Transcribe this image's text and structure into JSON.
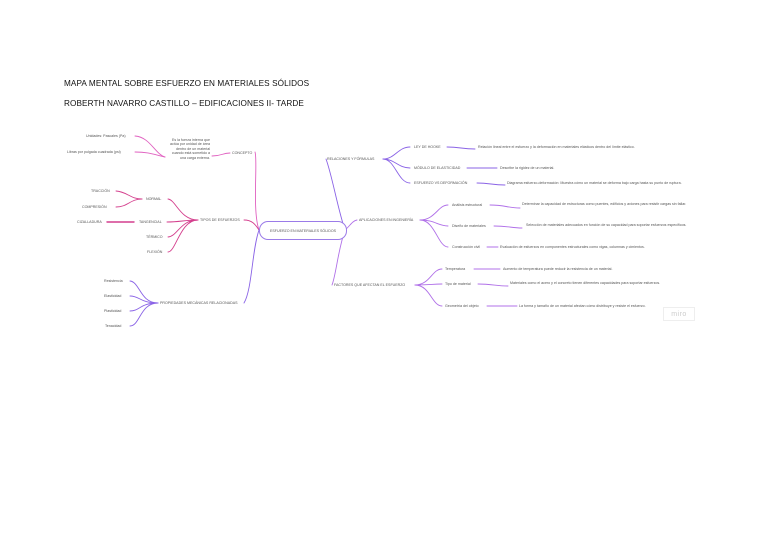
{
  "header": {
    "title": "MAPA MENTAL SOBRE ESFUERZO EN MATERIALES SÓLIDOS",
    "subtitle": "ROBERTH NAVARRO CASTILLO – EDIFICACIONES II- TARDE"
  },
  "colors": {
    "pink": "#e060c0",
    "magenta": "#d43f8d",
    "purple": "#8a63e6",
    "violet": "#b070e8"
  },
  "root": {
    "label": "ESFUERZO EN MATERIALES SÓLIDOS"
  },
  "left": {
    "concepto": {
      "label": "CONCEPTO",
      "definition": "Es la fuerza interna que actúa por unidad de área dentro de un material cuando está sometido a una carga externa.",
      "units": [
        "Unidades: Pascales (Pa)",
        "Libras por pulgada cuadrada (psi)"
      ]
    },
    "tipos": {
      "label": "TIPOS DE ESFUERZOS",
      "normal": {
        "label": "NORMAL",
        "children": [
          "TRACCIÓN",
          "COMPRESIÓN"
        ]
      },
      "tangencial": {
        "label": "TANGENCIAL",
        "children": [
          "CIZALLADURA"
        ]
      },
      "termico": "TÉRMICO",
      "flexion": "FLEXIÓN"
    },
    "propiedades": {
      "label": "PROPIEDADES MECÁNICAS RELACIONADAS",
      "children": [
        "Resistencia",
        "Elasticidad",
        "Plasticidad",
        "Tenacidad"
      ]
    }
  },
  "right": {
    "relaciones": {
      "label": "RELACIONES Y FÓRMULAS",
      "items": [
        {
          "label": "LEY DE HOOKE",
          "desc": "Relación lineal entre el esfuerzo y la deformación en materiales elásticos dentro del límite elástico."
        },
        {
          "label": "MÓDULO DE ELASTICIDAD",
          "desc": "Describe la rigidez de un material."
        },
        {
          "label": "ESFUERZO VS DEFORMACIÓN",
          "desc": "Diagrama esfuerzo-deformación: Muestra cómo un material se deforma bajo carga hasta su punto de ruptura."
        }
      ]
    },
    "aplicaciones": {
      "label": "APLICACIONES EN INGENIERÍA",
      "items": [
        {
          "label": "Análisis estructural",
          "desc": "Determinar la capacidad de estructuras como puentes, edificios y aviones para resistir cargas sin fallar."
        },
        {
          "label": "Diseño de materiales",
          "desc": "Selección de materiales adecuados en función de su capacidad para soportar esfuerzos específicos."
        },
        {
          "label": "Construcción civil",
          "desc": "Evaluación de esfuerzos en componentes estructurales como vigas, columnas y cimientos."
        }
      ]
    },
    "factores": {
      "label": "FACTORES QUE AFECTAN EL ESFUERZO",
      "items": [
        {
          "label": "Temperatura",
          "desc": "Aumento de temperatura puede reducir la resistencia de un material."
        },
        {
          "label": "Tipo de material",
          "desc": "Materiales como el acero y el concreto tienen diferentes capacidades para soportar esfuerzos."
        },
        {
          "label": "Geometría del objeto",
          "desc": "La forma y tamaño de un material afectan cómo distribuye y resiste el esfuerzo."
        }
      ]
    }
  },
  "watermark": "miro"
}
